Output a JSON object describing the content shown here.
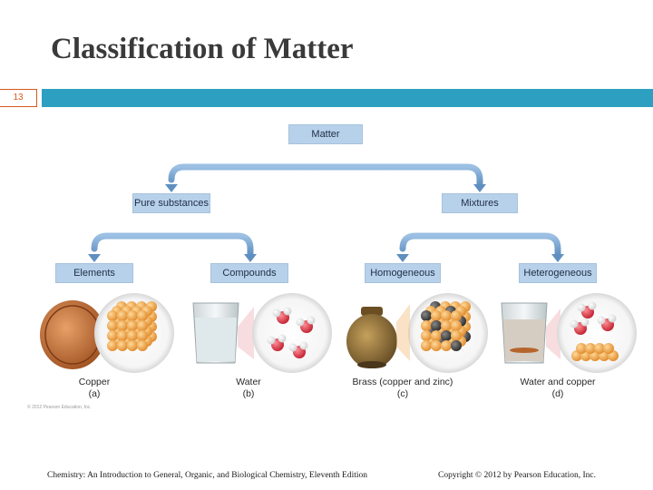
{
  "slide": {
    "title": "Classification of Matter",
    "number": "13"
  },
  "diagram": {
    "nodes": {
      "matter": "Matter",
      "pure_substances": "Pure substances",
      "mixtures": "Mixtures",
      "elements": "Elements",
      "compounds": "Compounds",
      "homogeneous": "Homogeneous",
      "heterogeneous": "Heterogeneous"
    },
    "examples": [
      {
        "name": "Copper",
        "letter": "(a)"
      },
      {
        "name": "Water",
        "letter": "(b)"
      },
      {
        "name": "Brass (copper and zinc)",
        "letter": "(c)"
      },
      {
        "name": "Water and copper",
        "letter": "(d)"
      }
    ],
    "credit": "© 2012 Pearson Education, Inc."
  },
  "footer": {
    "left": "Chemistry: An Introduction to General, Organic, and Biological Chemistry, Eleventh Edition",
    "right": "Copyright © 2012 by Pearson Education, Inc."
  },
  "colors": {
    "bar": "#2d9fc0",
    "node_fill": "#b8d1ea",
    "connector": "#6f9dc8",
    "copper": "#f2a44a",
    "zinc": "#3c3c3c",
    "oxygen": "#d63a4e"
  }
}
